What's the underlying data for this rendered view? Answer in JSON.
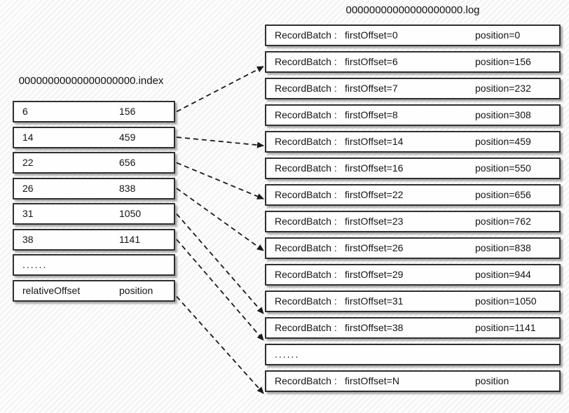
{
  "diagram": {
    "index_file": {
      "title": "00000000000000000000.index",
      "rows": [
        {
          "offset": "6",
          "position": "156"
        },
        {
          "offset": "14",
          "position": "459"
        },
        {
          "offset": "22",
          "position": "656"
        },
        {
          "offset": "26",
          "position": "838"
        },
        {
          "offset": "31",
          "position": "1050"
        },
        {
          "offset": "38",
          "position": "1141"
        },
        {
          "offset": "......",
          "position": ""
        },
        {
          "offset": "relativeOffset",
          "position": "position"
        }
      ]
    },
    "log_file": {
      "title": "00000000000000000000.log",
      "rows": [
        {
          "label": "RecordBatch :",
          "offset": "firstOffset=0",
          "position": "position=0"
        },
        {
          "label": "RecordBatch :",
          "offset": "firstOffset=6",
          "position": "position=156"
        },
        {
          "label": "RecordBatch :",
          "offset": "firstOffset=7",
          "position": "position=232"
        },
        {
          "label": "RecordBatch :",
          "offset": "firstOffset=8",
          "position": "position=308"
        },
        {
          "label": "RecordBatch :",
          "offset": "firstOffset=14",
          "position": "position=459"
        },
        {
          "label": "RecordBatch :",
          "offset": "firstOffset=16",
          "position": "position=550"
        },
        {
          "label": "RecordBatch :",
          "offset": "firstOffset=22",
          "position": "position=656"
        },
        {
          "label": "RecordBatch :",
          "offset": "firstOffset=23",
          "position": "position=762"
        },
        {
          "label": "RecordBatch :",
          "offset": "firstOffset=26",
          "position": "position=838"
        },
        {
          "label": "RecordBatch :",
          "offset": "firstOffset=29",
          "position": "position=944"
        },
        {
          "label": "RecordBatch :",
          "offset": "firstOffset=31",
          "position": "position=1050"
        },
        {
          "label": "RecordBatch :",
          "offset": "firstOffset=38",
          "position": "position=1141"
        },
        {
          "label": "......",
          "offset": "",
          "position": ""
        },
        {
          "label": "RecordBatch :",
          "offset": "firstOffset=N",
          "position": "position"
        }
      ]
    },
    "mappings": [
      {
        "from_index_row": 0,
        "to_log_row": 1
      },
      {
        "from_index_row": 1,
        "to_log_row": 4
      },
      {
        "from_index_row": 2,
        "to_log_row": 6
      },
      {
        "from_index_row": 3,
        "to_log_row": 8
      },
      {
        "from_index_row": 4,
        "to_log_row": 10
      },
      {
        "from_index_row": 5,
        "to_log_row": 11
      },
      {
        "from_index_row": 7,
        "to_log_row": 13
      }
    ],
    "colors": {
      "border": "#2f2f2f",
      "text": "#141414",
      "arrow": "#1a1a1a",
      "shadow": "#6e6e6e",
      "background": "#fdfdfd"
    }
  }
}
